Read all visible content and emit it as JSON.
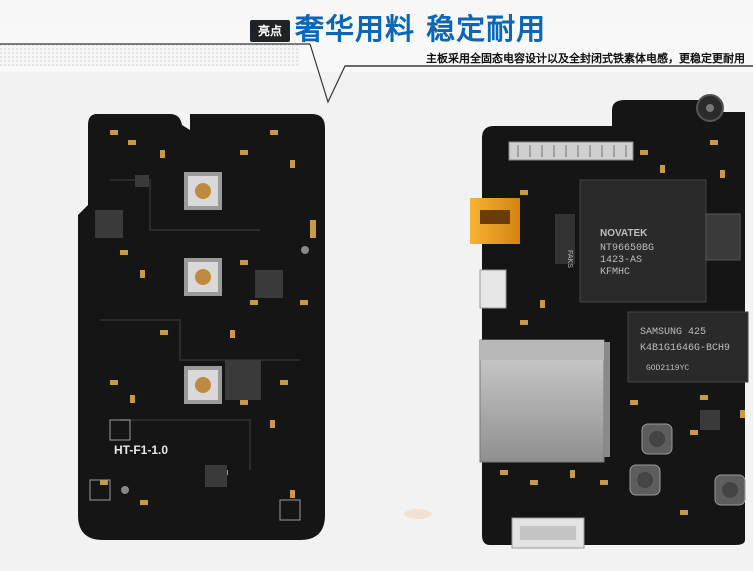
{
  "header": {
    "badge": "亮点",
    "title": "奢华用料  稳定耐用",
    "subtitle": "主板采用全固态电容设计以及全封闭式铁素体电感，更稳定更耐用"
  },
  "left_board": {
    "silkscreen": "HT-F1-1.0"
  },
  "right_board": {
    "processor_chip": {
      "lines": [
        "NOVATEK",
        "NT96650BG",
        "1423-AS",
        "KFMHC"
      ]
    },
    "memory_chip": {
      "lines": [
        "SAMSUNG  425",
        "K4B1G1646G-BCH9",
        "GOD2119YC"
      ]
    },
    "side_label": "FAKS"
  },
  "colors": {
    "title_blue": "#0a66b7",
    "board": "#141414",
    "pad_gold": "#c89a45",
    "chip": "#2a2a2a",
    "sd_slot": "#a7a7a7",
    "usb_gold": "#f0a21d"
  }
}
